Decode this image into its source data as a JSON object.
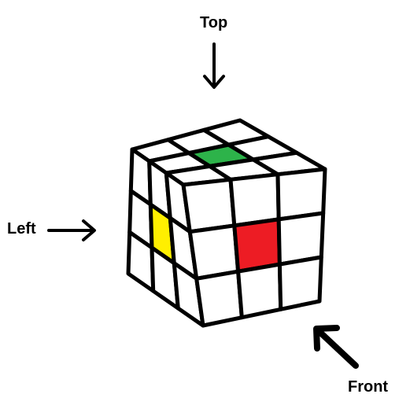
{
  "labels": {
    "top": "Top",
    "left": "Left",
    "front": "Front"
  },
  "cube": {
    "size": "3x3",
    "sticker_base_color": "#ffffff",
    "edge_color": "#000000",
    "highlights": [
      {
        "face": "top",
        "position": "center",
        "color": "#2db34a",
        "name": "green"
      },
      {
        "face": "left",
        "position": "center",
        "color": "#ffef00",
        "name": "yellow"
      },
      {
        "face": "front",
        "position": "center",
        "color": "#ed1c24",
        "name": "red"
      }
    ]
  }
}
